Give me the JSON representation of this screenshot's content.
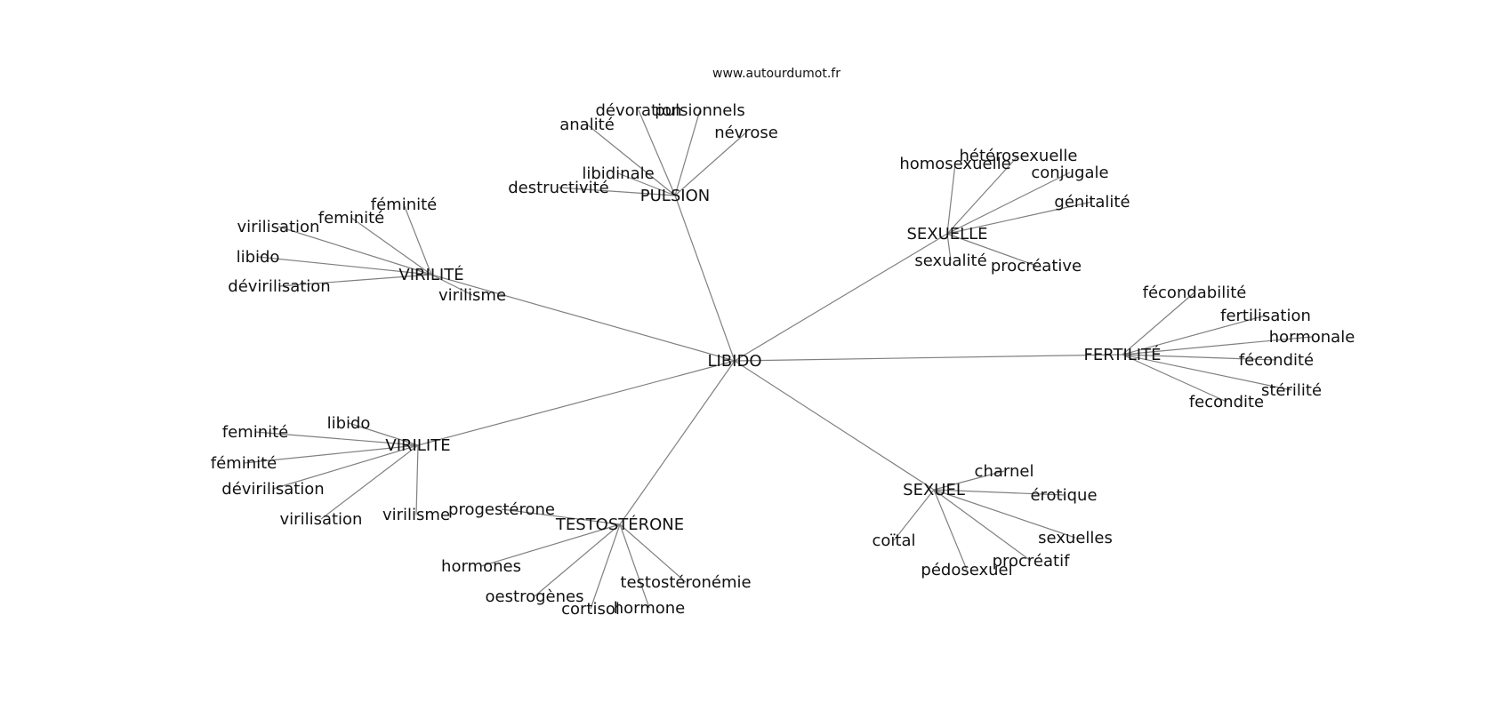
{
  "site": "www.autourdumot.fr",
  "center": "LIBIDO",
  "clusters": [
    {
      "hub": "PULSION",
      "words": [
        "analité",
        "dévoration",
        "pulsionnels",
        "névrose",
        "libidinale",
        "destructivité"
      ]
    },
    {
      "hub": "SEXUELLE",
      "words": [
        "homosexuelle",
        "hétérosexuelle",
        "conjugale",
        "génitalité",
        "sexualité",
        "procréative"
      ]
    },
    {
      "hub": "VIRILITÉ",
      "words": [
        "féminité",
        "feminité",
        "virilisation",
        "libido",
        "dévirilisation",
        "virilisme"
      ]
    },
    {
      "hub": "FERTILITÉ",
      "words": [
        "fécondabilité",
        "fertilisation",
        "hormonale",
        "fécondité",
        "stérilité",
        "fecondite"
      ]
    },
    {
      "hub": "VIRILITE",
      "words": [
        "libido",
        "feminité",
        "féminité",
        "dévirilisation",
        "virilisation",
        "virilisme"
      ]
    },
    {
      "hub": "SEXUEL",
      "words": [
        "charnel",
        "érotique",
        "sexuelles",
        "procréatif",
        "pédosexuel",
        "coïtal"
      ]
    },
    {
      "hub": "TESTOSTÉRONE",
      "words": [
        "progestérone",
        "hormones",
        "oestrogènes",
        "cortisol",
        "hormone",
        "testostéronémie"
      ]
    }
  ]
}
